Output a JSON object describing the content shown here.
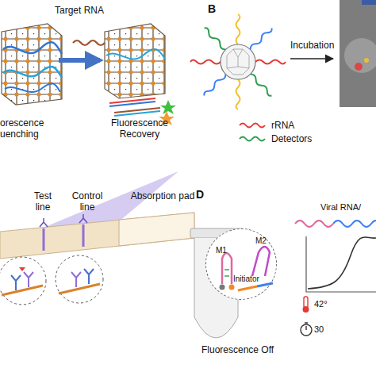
{
  "diagram": {
    "nodes": [
      {
        "text": [
          "orescence uenching"
        ]
      },
      {
        "text": [
          "Fluorescence Recovery"
        ]
      },
      {
        "text": [
          "Absorption pad"
        ]
      },
      {
        "text": [
          "M1",
          "M2",
          "Initiator"
        ]
      }
    ],
    "edges": [
      {
        "from": 0,
        "to": 1,
        "arrow": "to",
        "label": "Target RNA"
      }
    ],
    "labels": [
      "B",
      "Incubation",
      "Test line",
      "Control line",
      "D",
      "Viral RNA/",
      "42°",
      "30",
      "Fluorescence Off"
    ],
    "legend": [
      {
        "text": "rRNA"
      },
      {
        "text": "Detectors"
      }
    ]
  }
}
